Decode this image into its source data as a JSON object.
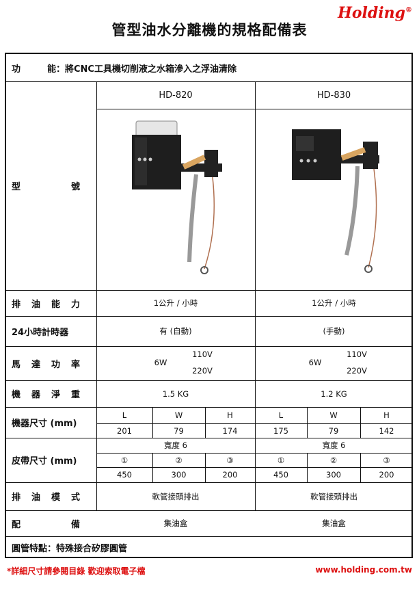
{
  "header": {
    "title": "管型油水分離機的規格配備表",
    "logo": "Holding",
    "logo_mark": "®"
  },
  "rows": {
    "function": {
      "label": "功　　　能：",
      "text": "將CNC工具機切削液之水箱滲入之浮油清除"
    },
    "model": {
      "label": "型　號",
      "col1": "HD-820",
      "col2": "HD-830"
    },
    "capacity": {
      "label": "排油能力",
      "v1": "1公升 / 小時",
      "v2": "1公升 / 小時"
    },
    "timer": {
      "label": "24小時計時器",
      "v1": "有 (自動)",
      "v2": "(手動)"
    },
    "motor": {
      "label": "馬達功率",
      "w1": "6W",
      "a1": "110V",
      "b1": "220V",
      "w2": "6W",
      "a2": "110V",
      "b2": "220V"
    },
    "weight": {
      "label": "機器淨重",
      "v1": "1.5 KG",
      "v2": "1.2 KG"
    },
    "size": {
      "label": "機器尺寸 (mm)",
      "heads": [
        "L",
        "W",
        "H",
        "L",
        "W",
        "H"
      ],
      "vals": [
        "201",
        "79",
        "174",
        "175",
        "79",
        "142"
      ]
    },
    "belt": {
      "label": "皮帶尺寸 (mm)",
      "width1": "寬度 6",
      "width2": "寬度 6",
      "marks": [
        "①",
        "②",
        "③",
        "①",
        "②",
        "③"
      ],
      "vals": [
        "450",
        "300",
        "200",
        "450",
        "300",
        "200"
      ]
    },
    "drain": {
      "label": "排油模式",
      "v1": "軟管接頭排出",
      "v2": "軟管接頭排出"
    },
    "equip": {
      "label": "配　備",
      "v1": "集油盒",
      "v2": "集油盒"
    },
    "feature": {
      "label": "圓管特點：",
      "text": "特殊接合矽膠圓管"
    }
  },
  "footer": {
    "note": "*詳細尺寸請參閱目錄 歡迎索取電子檔",
    "url": "www.holding.com.tw"
  }
}
